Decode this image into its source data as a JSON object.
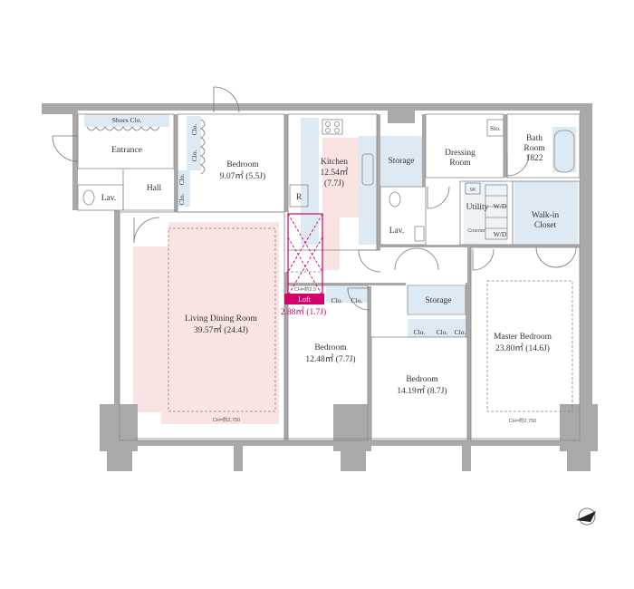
{
  "rooms": {
    "entrance": "Entrance",
    "shoes_clo": "Shoes Clo.",
    "hall": "Hall",
    "lav1": "Lav.",
    "lav2": "Lav.",
    "bedroom_a_name": "Bedroom",
    "bedroom_a_area": "9.07㎡ (5.5J)",
    "kitchen_name": "Kitchen",
    "kitchen_area": "12.54㎡",
    "kitchen_j": "(7.7J)",
    "fridge": "R",
    "storage_top": "Storage",
    "dressing_1": "Dressing",
    "dressing_2": "Room",
    "sto": "Sto.",
    "bath_1": "Bath",
    "bath_2": "Room",
    "bath_3": "1822",
    "utility": "Utility",
    "wd1": "W/D",
    "wd2": "W/D",
    "sk": "SK",
    "counter": "Counter",
    "walkin_1": "Walk-in",
    "walkin_2": "Closet",
    "living_name": "Living Dining Room",
    "living_area": "39.57㎡ (24.4J)",
    "living_ch": "CH=約2,750",
    "loft_ch": "CH=約2.5",
    "loft_name": "Loft",
    "loft_area": "2.88㎡ (1.7J)",
    "storage_mid": "Storage",
    "bedroom_b_name": "Bedroom",
    "bedroom_b_area": "12.48㎡ (7.7J)",
    "bedroom_c_name": "Bedroom",
    "bedroom_c_area": "14.19㎡ (8.7J)",
    "master_name": "Master Bedroom",
    "master_area": "23.80㎡ (14.6J)",
    "master_ch": "CH=約2,750"
  },
  "closets": {
    "clo": "Clo."
  },
  "colors": {
    "wall": "#a9a9a9",
    "living_fill": "#f9e3e3",
    "wet_fill": "#dde9f3",
    "loft_accent": "#d4006c"
  },
  "icons": {
    "north": "north-arrow-icon"
  }
}
